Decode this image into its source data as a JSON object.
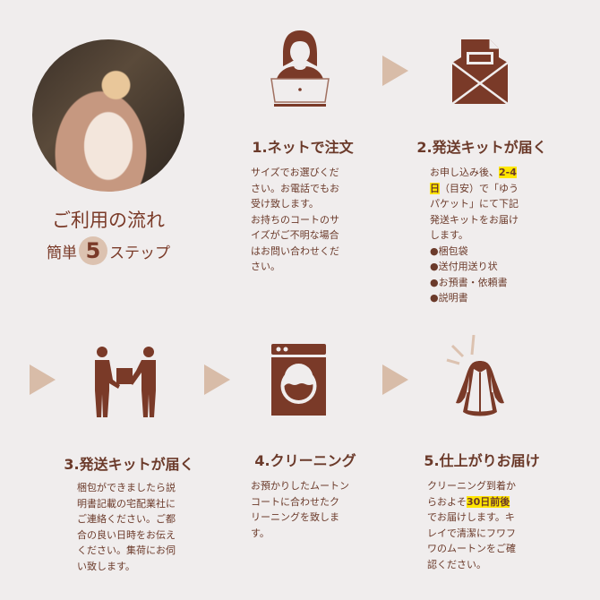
{
  "intro": {
    "title": "ご利用の流れ",
    "sub_prefix": "簡単",
    "sub_number": "5",
    "sub_suffix": "ステップ"
  },
  "colors": {
    "brown": "#7a3a28",
    "arrow": "#d8bca8",
    "highlight": "#ffe600",
    "background": "#f0eded"
  },
  "steps": [
    {
      "icon": "woman-laptop-icon",
      "title": "1.ネットで注文",
      "lines": [
        "サイズでお選びくだ",
        "さい。お電話でもお",
        "受け致します。",
        "お持ちのコートのサ",
        "イズがご不明な場合",
        "はお問い合わせくだ",
        "さい。"
      ]
    },
    {
      "icon": "envelope-icon",
      "title": "2.発送キットが届く",
      "line1_pre": "お申し込み後、",
      "line1_hl": "2-4",
      "line2_hl": "日",
      "line2_post": "（目安）で「ゆう",
      "lines": [
        "パケット」にて下記",
        "発送キットをお届け",
        "します。",
        "●梱包袋",
        "●送付用送り状",
        "●お預書・依頼書",
        "●説明書"
      ]
    },
    {
      "icon": "handover-package-icon",
      "title": "3.発送キットが届く",
      "lines": [
        "梱包ができましたら説",
        "明書記載の宅配業社に",
        "ご連絡ください。ご都",
        "合の良い日時をお伝え",
        "ください。集荷にお伺",
        "い致します。"
      ]
    },
    {
      "icon": "washing-machine-icon",
      "title": "4.クリーニング",
      "lines": [
        "お預かりしたムートン",
        "コートに合わせたク",
        "リーニングを致しま",
        "す。"
      ]
    },
    {
      "icon": "fur-coat-icon",
      "title": "5.仕上がりお届け",
      "line1": "クリーニング到着か",
      "line2_pre": "らおよそ",
      "line2_hl": "30日前後",
      "lines": [
        "でお届けします。キ",
        "レイで清潔にフワフ",
        "ワのムートンをご確",
        "認ください。"
      ]
    }
  ]
}
